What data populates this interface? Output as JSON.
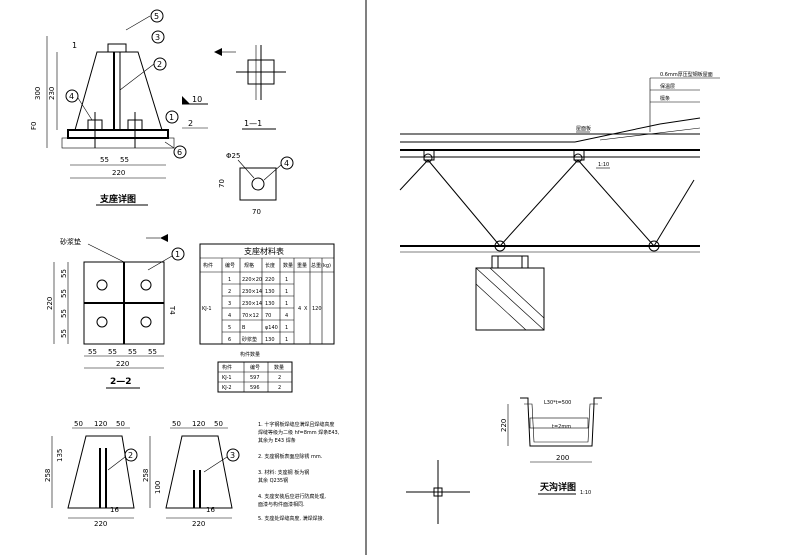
{
  "left": {
    "support_detail": {
      "title": "支座详图",
      "dims": {
        "height_total": "300",
        "height_upper": "230",
        "base_half_1": "55",
        "base_half_2": "55",
        "base_width": "220",
        "small_label": "F0"
      },
      "callouts": [
        "5",
        "3",
        "1",
        "2",
        "4",
        "1",
        "6"
      ],
      "section_mark": "1",
      "flag_label": "10",
      "flag_num": "2"
    },
    "section_1_1": {
      "label": "1—1"
    },
    "hole_detail": {
      "dia": "Φ25",
      "left_dim": "70",
      "bottom_dim": "70",
      "callout": "4"
    },
    "section_2_2": {
      "label": "2—2",
      "top_note": "砂浆垫",
      "callout": "1",
      "left_dims": [
        "55",
        "55",
        "55",
        "55"
      ],
      "left_total": "220",
      "bottom_dims": [
        "55",
        "55",
        "55",
        "55"
      ],
      "bottom_total": "220",
      "right_mark": "T4"
    },
    "material_table": {
      "title": "支座材料表",
      "headers": [
        "构件",
        "编号",
        "规格",
        "长度",
        "数量",
        "重量",
        "总重(kg)"
      ],
      "component": "KJ-1",
      "rows": [
        {
          "no": "1",
          "spec": "220×20",
          "len": "220",
          "qty": "1"
        },
        {
          "no": "2",
          "spec": "230×14",
          "len": "130",
          "qty": "1"
        },
        {
          "no": "3",
          "spec": "230×14",
          "len": "130",
          "qty": "1"
        },
        {
          "no": "4",
          "spec": "70×12",
          "len": "70",
          "qty": "4"
        },
        {
          "no": "5",
          "spec": "B",
          "len": "φ140",
          "qty": "1"
        },
        {
          "no": "6",
          "spec": "砂浆垫",
          "len": "130",
          "qty": "1"
        }
      ],
      "weight_mid": "4",
      "weight_x": "X",
      "total": "120"
    },
    "small_table": {
      "title": "构件数量",
      "headers": [
        "构件",
        "编号",
        "数量"
      ],
      "rows": [
        {
          "name": "KJ-1",
          "no": "597",
          "qty": "2"
        },
        {
          "name": "KJ-2",
          "no": "596",
          "qty": "2"
        }
      ]
    },
    "plate_a": {
      "top_dims": [
        "50",
        "120",
        "50"
      ],
      "left_dims": [
        "135",
        "258"
      ],
      "bottom_dim": "16",
      "width": "220",
      "callout": "2"
    },
    "plate_b": {
      "top_dims": [
        "50",
        "120",
        "50"
      ],
      "left_dims": [
        "100",
        "258"
      ],
      "bottom_dim": "16",
      "width": "220",
      "callout": "3"
    },
    "notes": [
      "1. 十字钢板焊缝应满焊且焊缝高度",
      "   焊缝等级为二级 hf=8mm 焊条E43,",
      "   其余为 E43 焊条",
      "2. 支座钢板表面应除锈 mm.",
      "3. 材料: 支座钢  板为钢",
      "          其余 Q235钢",
      "4. 支座安装后应进行防腐处理,",
      "   面漆与构件面漆相同.",
      "5. 支座处焊缝高度, 满焊焊接."
    ]
  },
  "right": {
    "truss": {
      "top_labels": [
        "0.6mm厚压型钢板屋面",
        "保温层",
        "檩条"
      ],
      "ridge_label": "屋面板",
      "bottom_label": "1:10"
    },
    "gutter": {
      "title": "天沟详图",
      "scale": "1:10",
      "inner_label": "L30*t=500",
      "thickness": "t=2mm",
      "width": "200",
      "height": "220"
    }
  }
}
